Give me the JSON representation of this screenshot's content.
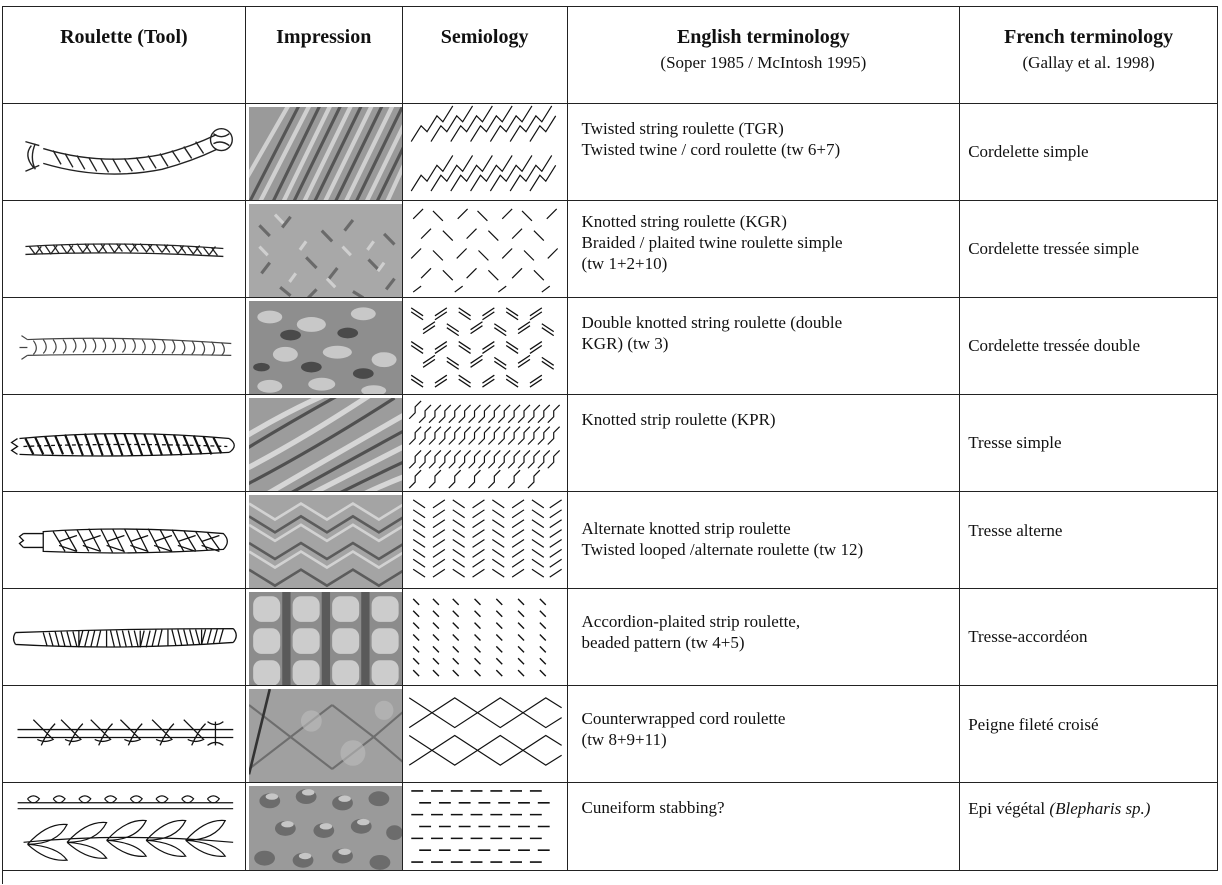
{
  "headers": {
    "tool": "Roulette (Tool)",
    "impression": "Impression",
    "semiology": "Semiology",
    "english": "English terminology",
    "english_sub": "(Soper 1985 / McIntosh 1995)",
    "french": "French terminology",
    "french_sub": "(Gallay et al. 1998)"
  },
  "rows": [
    {
      "english": [
        "Twisted string roulette (TGR)",
        "Twisted twine / cord roulette (tw 6+7)"
      ],
      "french": "Cordelette simple"
    },
    {
      "english": [
        "Knotted string roulette (KGR)",
        "Braided / plaited twine roulette simple",
        "(tw 1+2+10)"
      ],
      "french": "Cordelette tressée simple"
    },
    {
      "english": [
        "Double knotted string roulette (double",
        "KGR) (tw 3)"
      ],
      "french": "Cordelette tressée double"
    },
    {
      "english": [
        "Knotted strip roulette (KPR)"
      ],
      "french": "Tresse simple"
    },
    {
      "english": [
        "Alternate knotted strip roulette",
        "Twisted looped /alternate roulette (tw 12)"
      ],
      "french": "Tresse alterne"
    },
    {
      "english": [
        "Accordion-plaited strip roulette,",
        "beaded pattern (tw 4+5)"
      ],
      "french": "Tresse-accordéon"
    },
    {
      "english": [
        "Counterwrapped cord roulette",
        "(tw 8+9+11)"
      ],
      "french": "Peigne fileté croisé"
    },
    {
      "english": [
        "Cuneiform stabbing?"
      ],
      "french": "Epi végétal",
      "french_italic": "(Blepharis sp.)"
    }
  ]
}
